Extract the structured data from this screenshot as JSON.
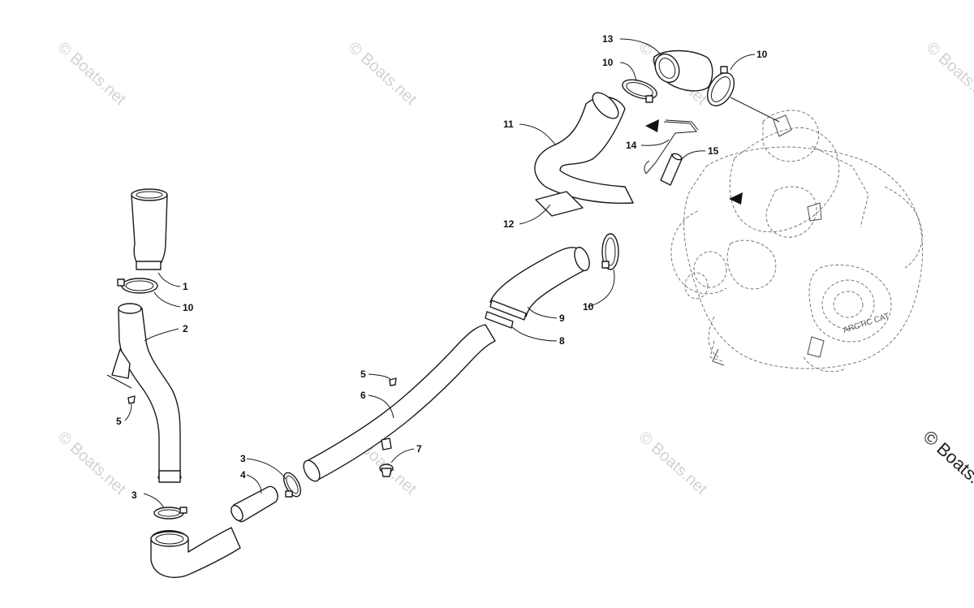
{
  "diagram": {
    "callouts": [
      {
        "id": "c1",
        "label": "1"
      },
      {
        "id": "c2",
        "label": "2"
      },
      {
        "id": "c3a",
        "label": "3"
      },
      {
        "id": "c3b",
        "label": "3"
      },
      {
        "id": "c4",
        "label": "4"
      },
      {
        "id": "c5a",
        "label": "5"
      },
      {
        "id": "c5b",
        "label": "5"
      },
      {
        "id": "c6",
        "label": "6"
      },
      {
        "id": "c7",
        "label": "7"
      },
      {
        "id": "c8",
        "label": "8"
      },
      {
        "id": "c9",
        "label": "9"
      },
      {
        "id": "c10a",
        "label": "10"
      },
      {
        "id": "c10b",
        "label": "10"
      },
      {
        "id": "c10c",
        "label": "10"
      },
      {
        "id": "c10d",
        "label": "10"
      },
      {
        "id": "c11",
        "label": "11"
      },
      {
        "id": "c12",
        "label": "12"
      },
      {
        "id": "c13",
        "label": "13"
      },
      {
        "id": "c14",
        "label": "14"
      },
      {
        "id": "c15",
        "label": "15"
      }
    ],
    "watermark": "© Boats.net",
    "engine_logo_text": "ARCTIC CAT",
    "line_color": "#1a1a1a",
    "watermark_color": "#d2d2d2"
  }
}
